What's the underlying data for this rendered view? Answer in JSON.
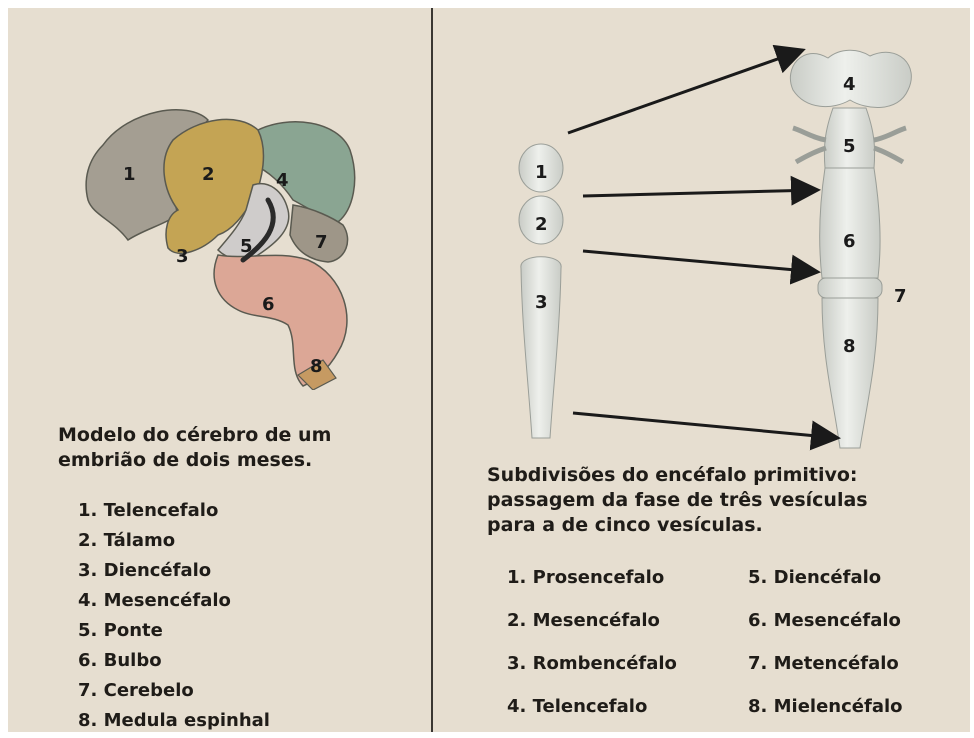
{
  "left": {
    "diagram_numbers": [
      "1",
      "2",
      "3",
      "4",
      "5",
      "6",
      "7",
      "8"
    ],
    "caption_line1": "Modelo do cérebro de um",
    "caption_line2": "embrião de dois meses.",
    "legend": [
      "1. Telencefalo",
      "2. Tálamo",
      "3. Diencéfalo",
      "4. Mesencéfalo",
      "5. Ponte",
      "6. Bulbo",
      "7. Cerebelo",
      "8. Medula espinhal"
    ]
  },
  "right": {
    "three_vesicle_numbers": [
      "1",
      "2",
      "3"
    ],
    "five_vesicle_numbers": [
      "4",
      "5",
      "6",
      "7",
      "8"
    ],
    "caption_line1": "Subdivisões do encéfalo primitivo:",
    "caption_line2": "passagem da fase de três vesículas",
    "caption_line3": "para a de cinco vesículas.",
    "legend_col1": [
      "1. Prosencefalo",
      "2. Mesencéfalo",
      "3. Rombencéfalo",
      "4. Telencefalo"
    ],
    "legend_col2": [
      "5. Diencéfalo",
      "6. Mesencéfalo",
      "7. Metencéfalo",
      "8. Mielencéfalo"
    ]
  },
  "colors": {
    "background": "#e6ded0",
    "telencephalon": "#a49e92",
    "thalamus": "#c4a454",
    "mesencephalon": "#8aa592",
    "pons": "#cfcccb",
    "bulb": "#dca796",
    "cerebellum": "#9e9688",
    "vesicle_fill": "#e6e8e4",
    "arrow": "#1a1a1a"
  }
}
